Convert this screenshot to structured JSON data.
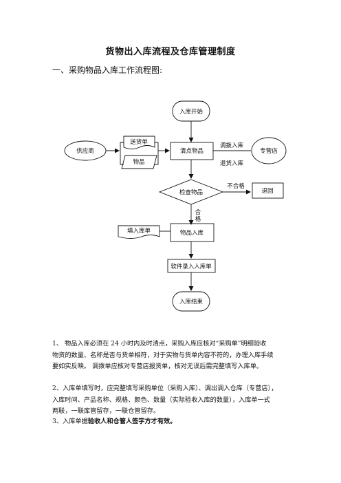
{
  "doc": {
    "title": "货物出入库流程及仓库管理制度",
    "section1": "一、采购物品入库工作流程图:"
  },
  "flow": {
    "start": "入库开始",
    "supplier": "供应商",
    "delivery_note": "送货单",
    "goods": "物品",
    "count_goods": "清点物品",
    "transfer_in": "调拨入库",
    "return_in": "退货入库",
    "store": "专营店",
    "inspect": "检查物品",
    "unqualified": "不合格",
    "return_goods": "退回",
    "qualified_1": "合",
    "qualified_2": "格",
    "fill_form": "填入库单",
    "goods_in": "物品入库",
    "software_entry": "软件录入入库单",
    "end": "入库结束"
  },
  "notes": {
    "p1_line1": "1、 物品入库必须在 24 小时内及时清点，采购入库应核对“采购单”明细验收",
    "p1_line2": "物资的数量、名称是否与货单相符，对于实物与货单内容不符的，办理入库手续",
    "p1_line3": "要如实反映。  调拨单应核对专营店报货单，核对无误后需完整填写入库单。",
    "p2_line1": "2、入库单填写时，应完整填写采购单位（采购入库）、调出调入仓库（专营店），",
    "p2_line2": "入库时间、产品名称、规格、颜色、数量（实际验收入库的数量），入库单一式",
    "p2_line3": "两联，一联库管留存，一联仓管留存。",
    "p3_prefix": "3、入库单据",
    "p3_bold": "验收人和仓管人签字方才有效。"
  }
}
